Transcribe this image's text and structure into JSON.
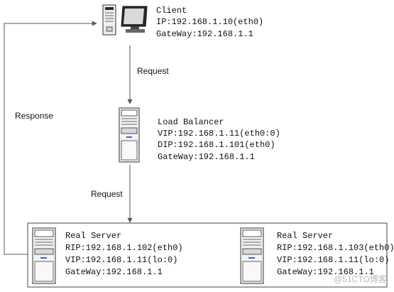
{
  "client": {
    "name": "Client",
    "ip": "IP:192.168.1.10(eth0)",
    "gateway": "GateWay:192.168.1.1"
  },
  "load_balancer": {
    "name": "Load Balancer",
    "vip": "VIP:192.168.1.11(eth0:0)",
    "dip": "DIP:192.168.1.101(eth0)",
    "gateway": "GateWay:192.168.1.1"
  },
  "real_servers": [
    {
      "name": "Real Server",
      "rip": "RIP:192.168.1.102(eth0)",
      "vip": "VIP:192.168.1.11(lo:0)",
      "gateway": "GateWay:192.168.1.1"
    },
    {
      "name": "Real Server",
      "rip": "RIP:192.168.1.103(eth0)",
      "vip": "VIP:192.168.1.11(lo:0)",
      "gateway": "GateWay:192.168.1.1"
    }
  ],
  "arrows": {
    "request_1": "Request",
    "request_2": "Request",
    "response": "Response"
  },
  "watermark": "@51CTO博客",
  "colors": {
    "line": "#555555",
    "server_body": "#f3f3f3",
    "server_edge": "#333333",
    "monitor": "#2a2a2a",
    "accent": "#3a64c8"
  }
}
